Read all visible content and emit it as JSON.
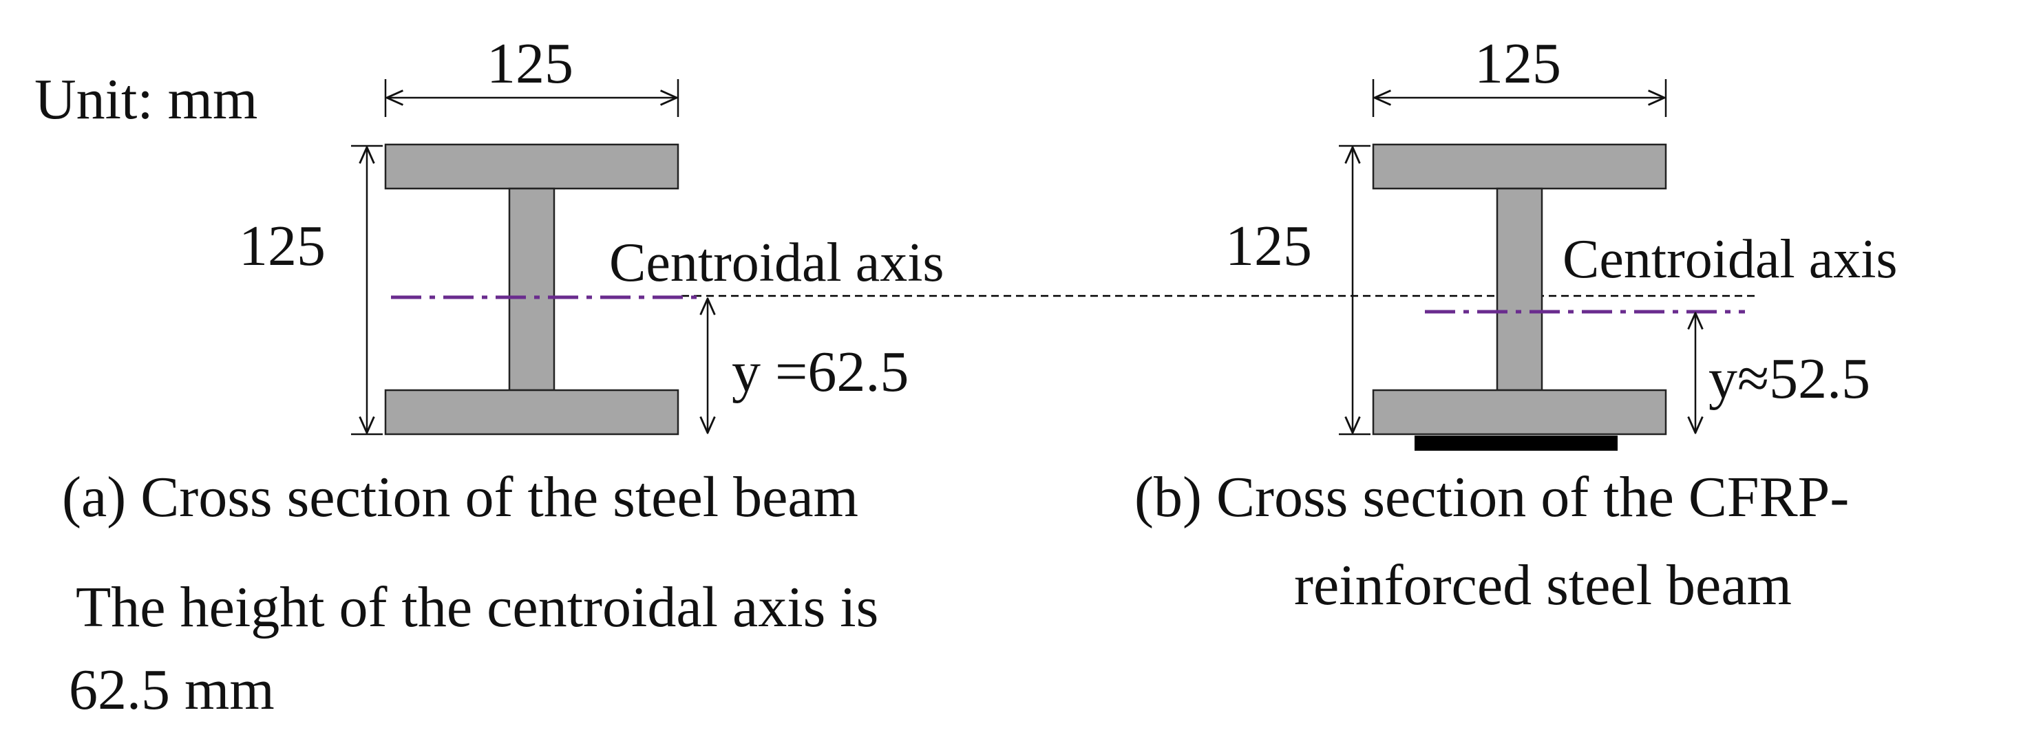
{
  "unit_label": "Unit: mm",
  "colors": {
    "steel": "#a6a6a6",
    "outline": "#222222",
    "cfrp": "#000000",
    "centroid_line": "#6a2c8e",
    "reference_line": "#000000"
  },
  "section_a": {
    "flange_width": "125",
    "height": "125",
    "centroid_label": "Centroidal axis",
    "y_label": "y =62.5",
    "caption": "(a) Cross section of the steel beam",
    "note_line1": "The height of the centroidal axis is",
    "note_line2": "62.5 mm"
  },
  "section_b": {
    "flange_width": "125",
    "height": "125",
    "centroid_label": "Centroidal axis",
    "y_label": "y≈52.5",
    "caption_line1": "(b) Cross section of the CFRP-",
    "caption_line2": "reinforced steel beam"
  }
}
